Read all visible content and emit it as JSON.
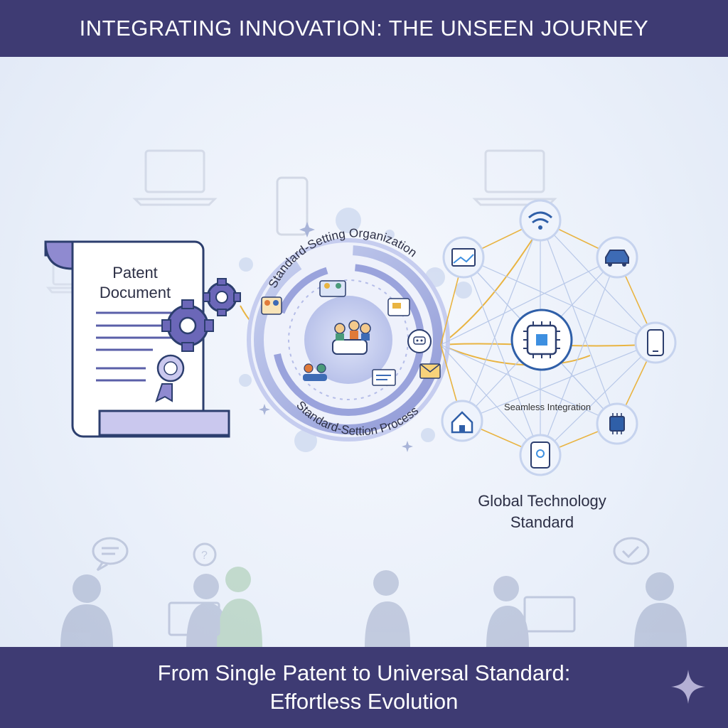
{
  "header": {
    "title": "INTEGRATING INNOVATION: THE UNSEEN JOURNEY"
  },
  "patent": {
    "label_line1": "Patent",
    "label_line2": "Document"
  },
  "organization": {
    "ring_label_top": "Standard-Setting Organization",
    "ring_label_bottom": "Standard-Settion Process"
  },
  "network": {
    "integration_label": "Seamless Integration",
    "standard_label_line1": "Global Technology",
    "standard_label_line2": "Standard",
    "nodes": [
      "wifi-icon",
      "car-icon",
      "smartphone-icon",
      "chip-icon",
      "tablet-icon",
      "home-icon",
      "map-icon",
      "robot-icon"
    ],
    "hub": "processor-chip-icon"
  },
  "footer": {
    "line1": "From Single Patent to Universal Standard:",
    "line2": "Effortless Evolution"
  },
  "colors": {
    "banner": "#3e3b73",
    "accent_purple": "#6b67b8",
    "accent_gold": "#e9b441",
    "accent_blue": "#2f5fa8"
  }
}
